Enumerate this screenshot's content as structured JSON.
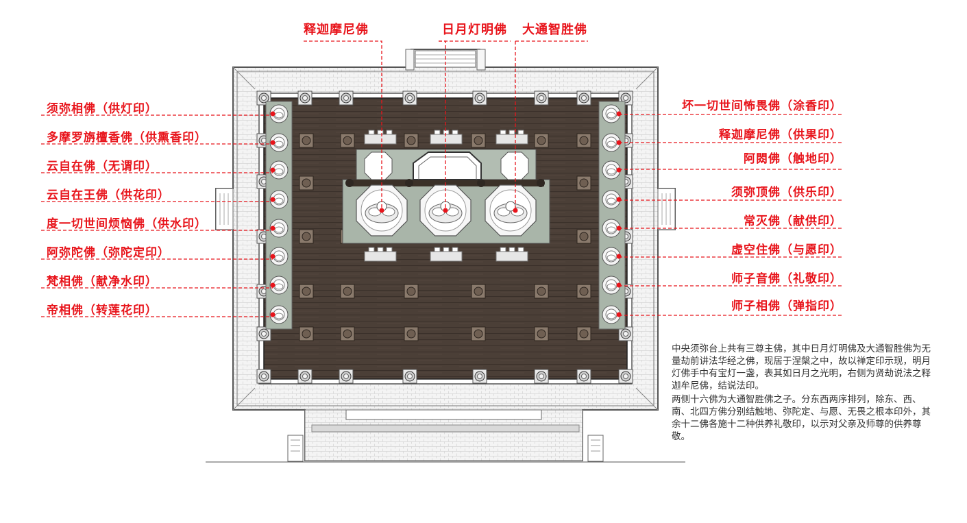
{
  "top_labels": [
    "释迦摩尼佛",
    "日月灯明佛",
    "大通智胜佛"
  ],
  "left_labels": [
    "须弥相佛（供灯印）",
    "多摩罗旃檀香佛（供熏香印）",
    "云自在佛（无谓印）",
    "云自在王佛（供花印）",
    "度一切世间烦恼佛（供水印）",
    "阿弥陀佛（弥陀定印）",
    "梵相佛（献净水印）",
    "帝相佛（转莲花印）"
  ],
  "right_labels": [
    "坏一切世间怖畏佛（涂香印）",
    "释迦摩尼佛（供果印）",
    "阿閦佛（触地印）",
    "须弥顶佛（供乐印）",
    "常灭佛（献供印）",
    "虚空住佛（与愿印）",
    "师子音佛（礼敬印）",
    "师子相佛（弹指印）"
  ],
  "description": {
    "para1": "中央须弥台上共有三尊主佛，其中日月灯明佛及大通智胜佛为无量劫前讲法华经之佛，现居于涅槃之中，故以禅定印示现，明月灯佛手中有宝灯一盏，表其如日月之光明，右侧为贤劫说法之释迦牟尼佛，结说法印。",
    "para2": "两侧十六佛为大通智胜佛之子。分东西两序排列，除东、西、南、北四方佛分别结触地、弥陀定、与愿、无畏之根本印外，其余十二佛各施十二种供养礼敬印，以示对父亲及师尊的供养尊敬。"
  },
  "colors": {
    "label_red": "#e8141b",
    "floor_dark": "#4a3e36",
    "altar_gray": "#a9b5a9",
    "paving": "#f2f2f2",
    "wall": "#8c8c8c"
  }
}
